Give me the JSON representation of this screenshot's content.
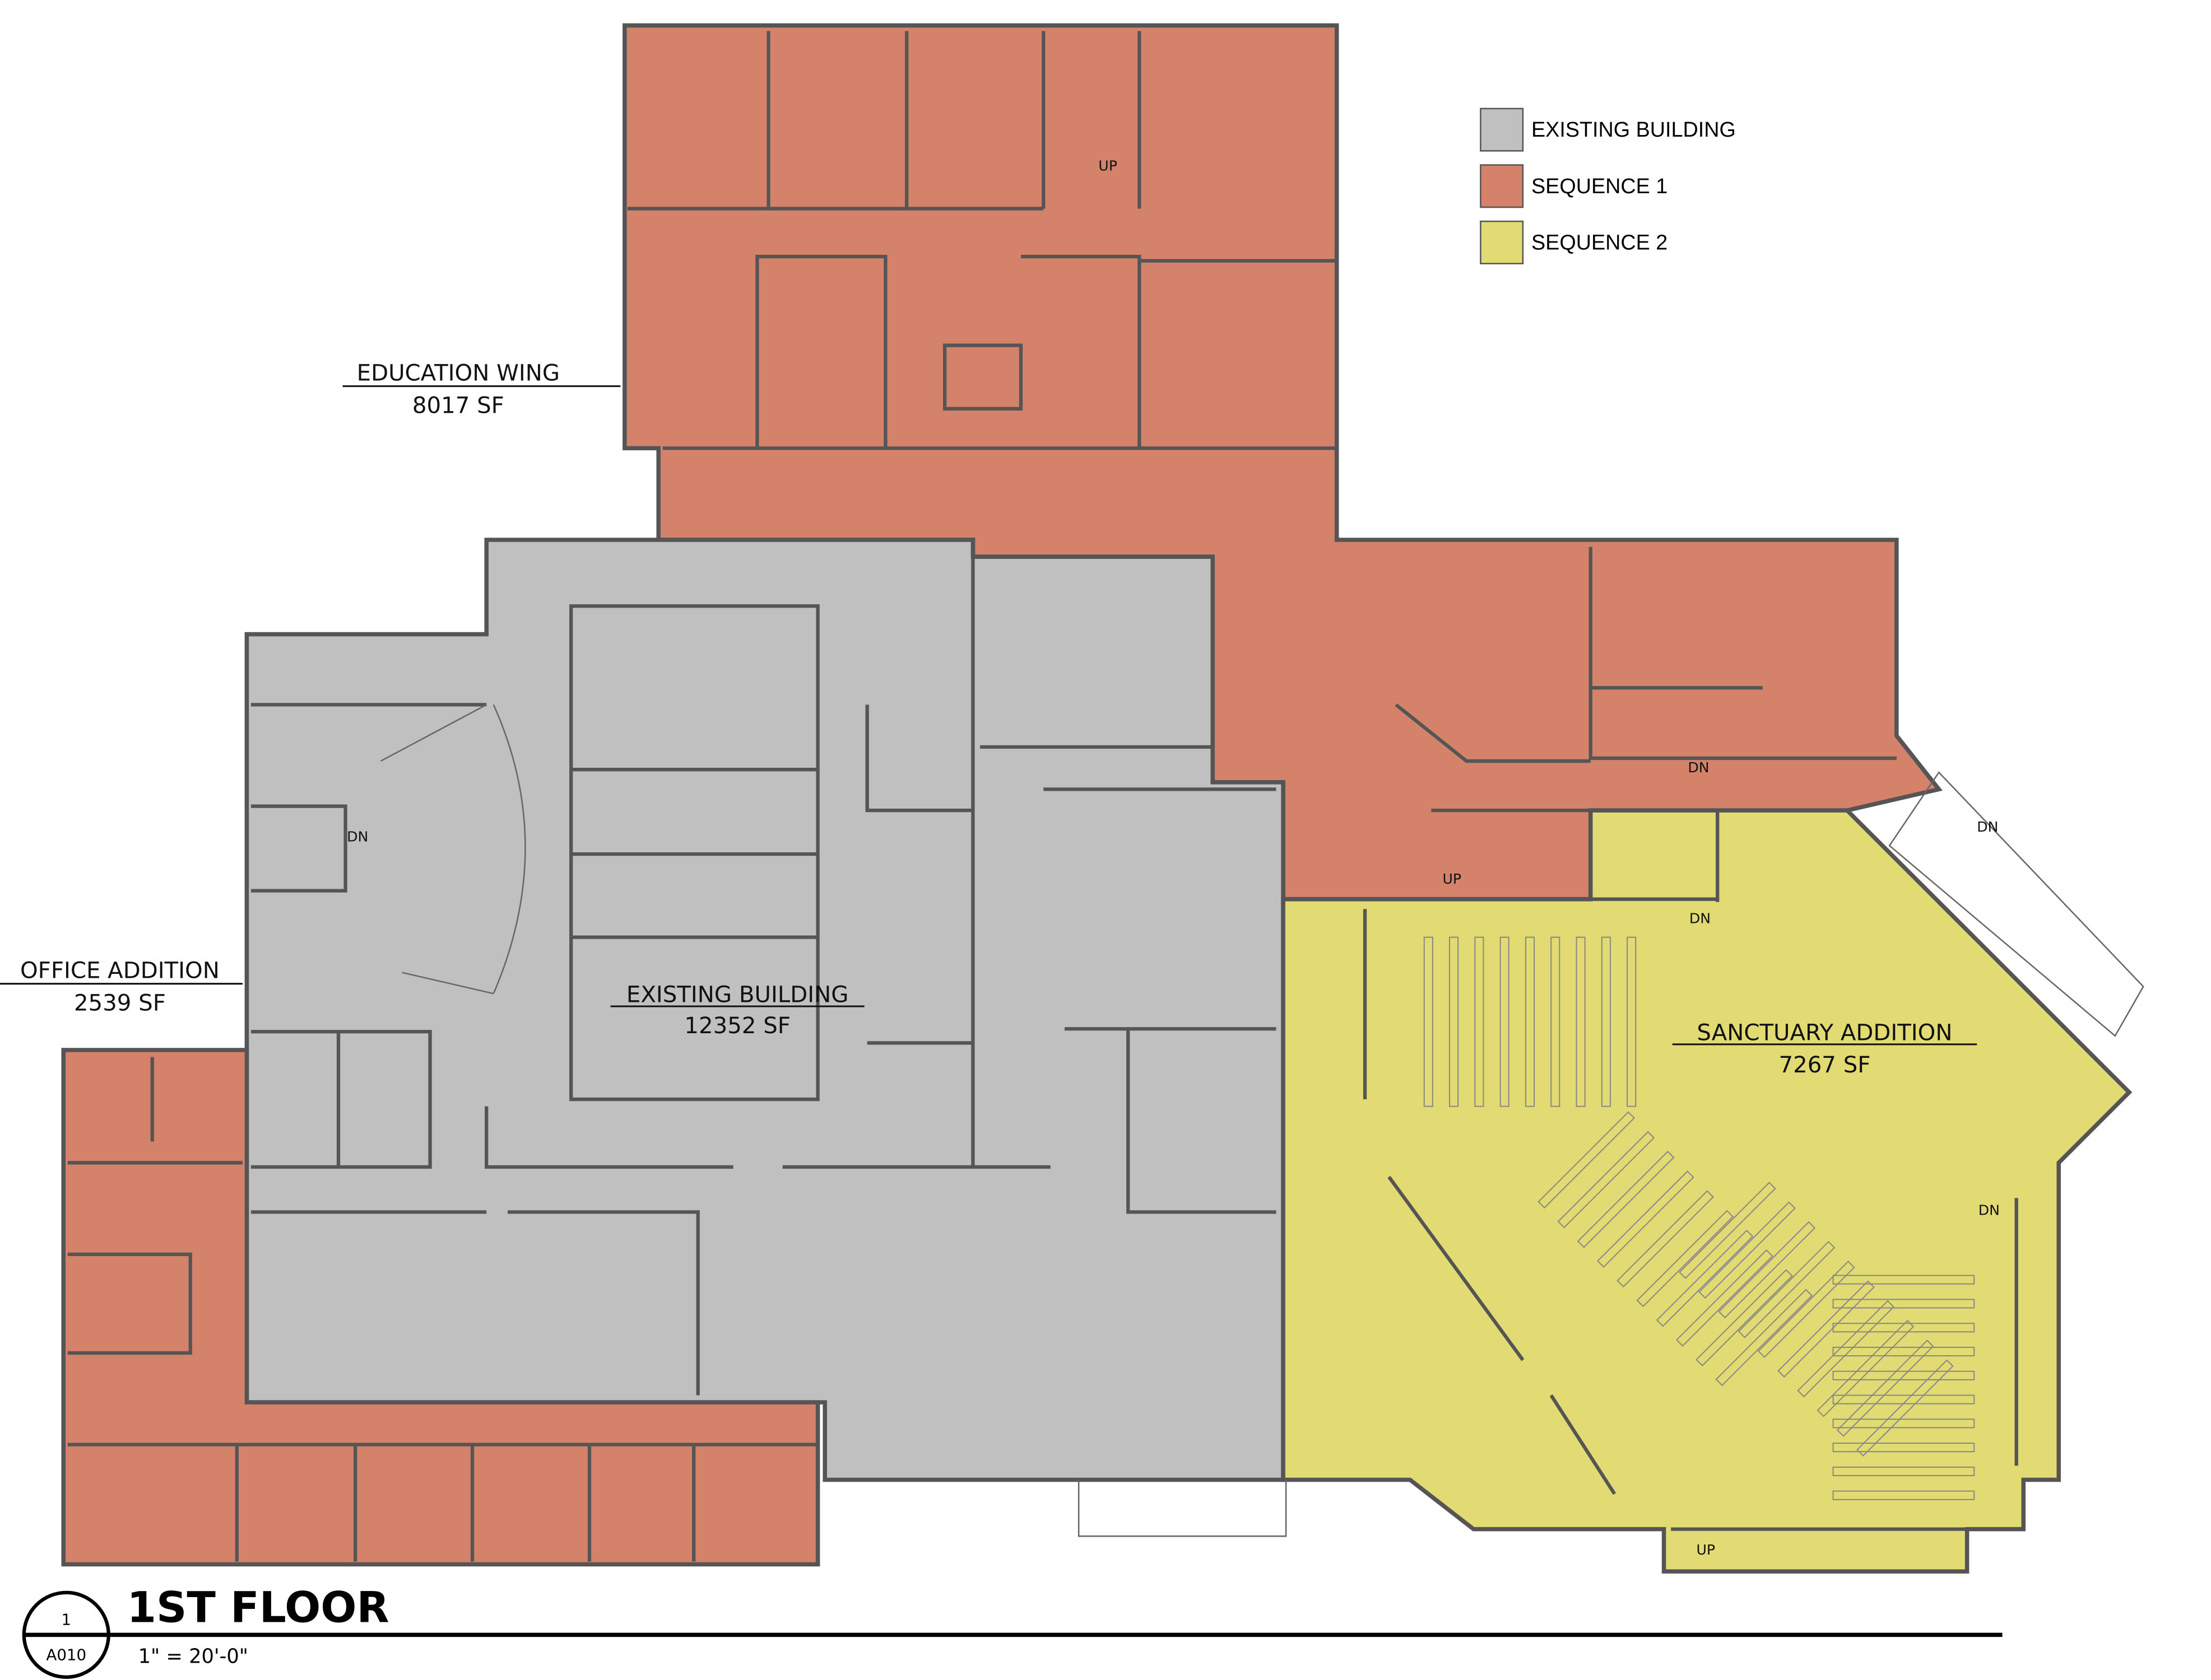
{
  "legend": {
    "items": [
      {
        "label": "EXISTING BUILDING",
        "color": "#c0c0c0"
      },
      {
        "label": "SEQUENCE 1",
        "color": "#d4826a"
      },
      {
        "label": "SEQUENCE 2",
        "color": "#e2da72"
      }
    ]
  },
  "areas": {
    "education_wing": {
      "name": "EDUCATION WING",
      "area": "8017 SF",
      "color": "#d4826a"
    },
    "office_addition": {
      "name": "OFFICE ADDITION",
      "area": "2539 SF",
      "color": "#d4826a"
    },
    "existing_building": {
      "name": "EXISTING BUILDING",
      "area": "12352 SF",
      "color": "#c0c0c0"
    },
    "sanctuary_addition": {
      "name": "SANCTUARY ADDITION",
      "area": "7267 SF",
      "color": "#e2da72"
    }
  },
  "stair_labels": {
    "up": "UP",
    "dn": "DN"
  },
  "title_block": {
    "detail_number": "1",
    "sheet": "A010",
    "title": "1ST FLOOR",
    "scale": "1\" = 20'-0\""
  }
}
